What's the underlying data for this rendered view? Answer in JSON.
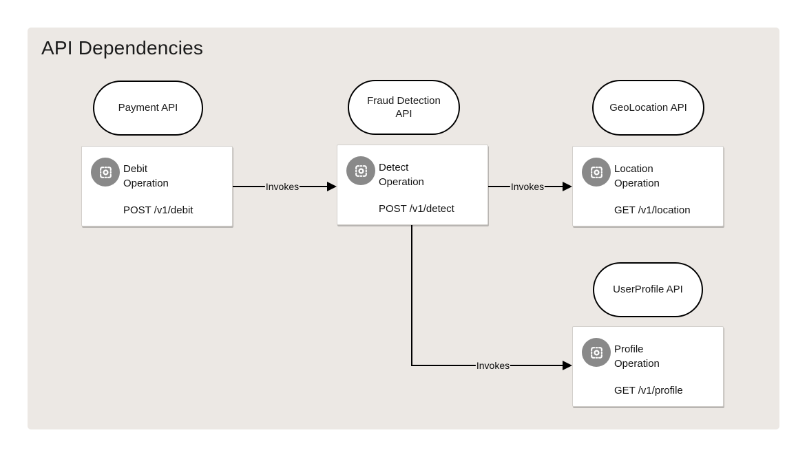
{
  "title": "API Dependencies",
  "colors": {
    "panel_bg": "#ECE8E4",
    "node_bg": "#FFFFFF",
    "node_border": "#000000",
    "card_bg": "#FFFFFF",
    "icon_circle": "#898989",
    "edge": "#000000",
    "text": "#1A1A1A"
  },
  "apis": [
    {
      "id": "payment",
      "label": "Payment API"
    },
    {
      "id": "fraud",
      "label": "Fraud Detection API"
    },
    {
      "id": "geo",
      "label": "GeoLocation API"
    },
    {
      "id": "user",
      "label": "UserProfile API"
    }
  ],
  "operations": [
    {
      "id": "debit",
      "name": "Debit Operation",
      "method": "POST /v1/debit",
      "api": "Payment API"
    },
    {
      "id": "detect",
      "name": "Detect Operation",
      "method": "POST /v1/detect",
      "api": "Fraud Detection API"
    },
    {
      "id": "location",
      "name": "Location Operation",
      "method": "GET /v1/location",
      "api": "GeoLocation API"
    },
    {
      "id": "profile",
      "name": "Profile Operation",
      "method": "GET /v1/profile",
      "api": "UserProfile API"
    }
  ],
  "edges": [
    {
      "from": "debit",
      "to": "detect",
      "label": "Invokes"
    },
    {
      "from": "detect",
      "to": "location",
      "label": "Invokes"
    },
    {
      "from": "detect",
      "to": "profile",
      "label": "Invokes"
    }
  ]
}
